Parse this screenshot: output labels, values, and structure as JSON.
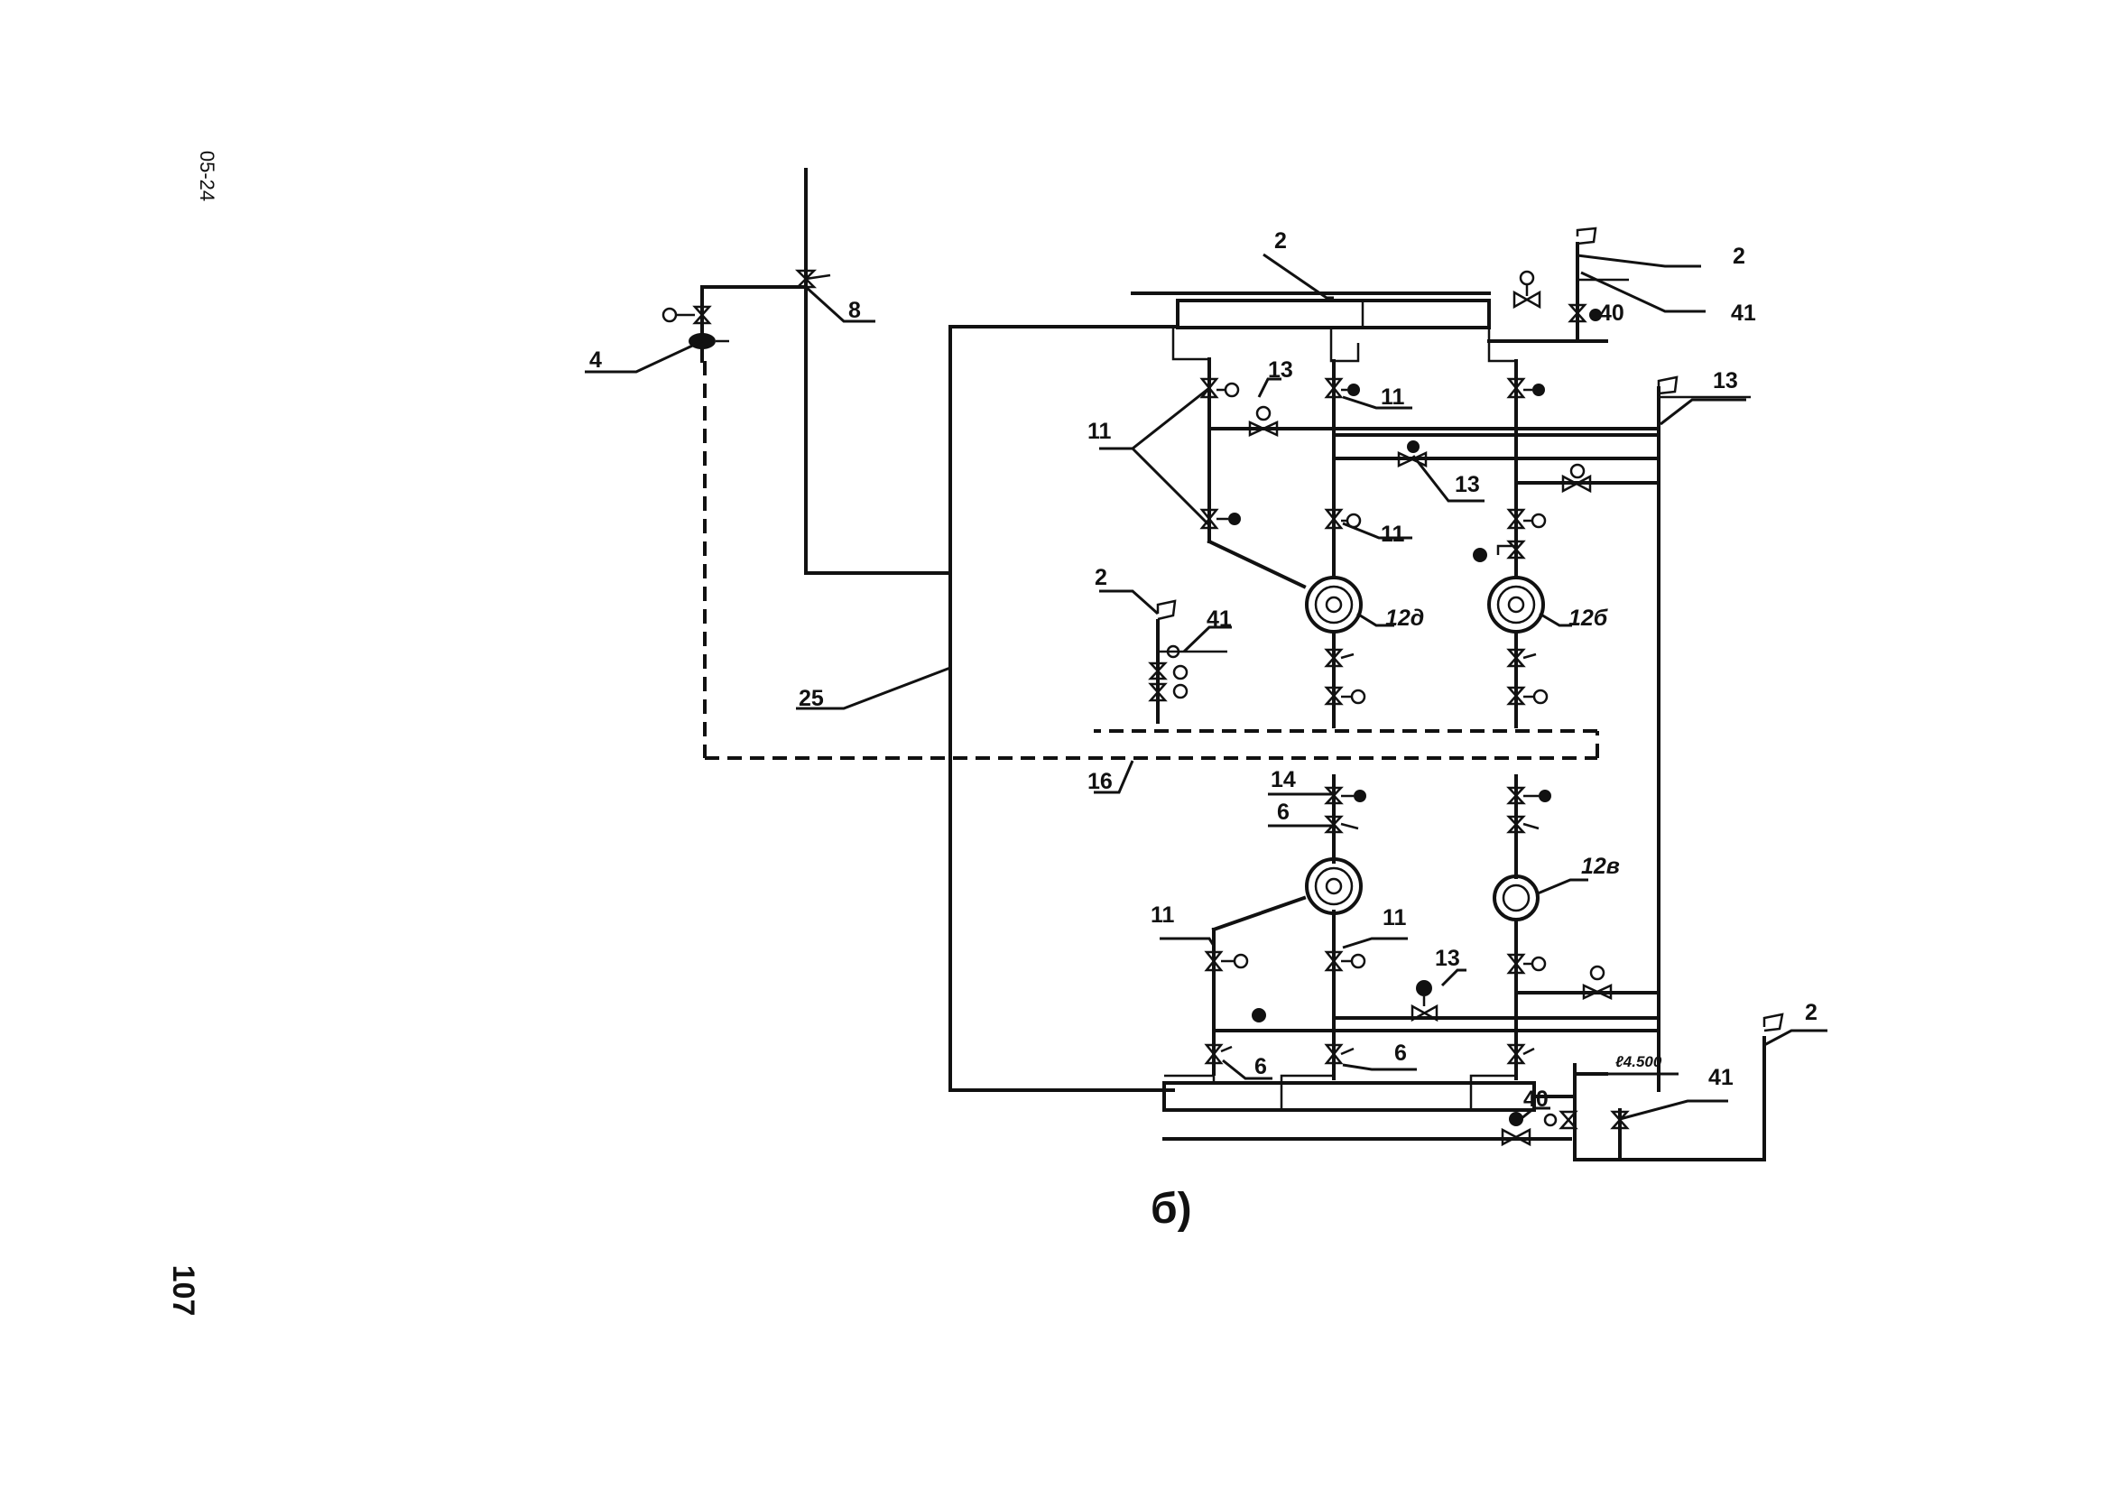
{
  "page": {
    "doc_code": "05-24",
    "page_number": "107",
    "caption": "б)"
  },
  "labels": {
    "l2": "2",
    "l4": "4",
    "l6": "6",
    "l8": "8",
    "l11": "11",
    "l13": "13",
    "l14": "14",
    "l16": "16",
    "l25": "25",
    "l40": "40",
    "l41": "41",
    "pump_12d": "12д",
    "pump_12b": "12б",
    "pump_12v": "12в",
    "level_mark": "ℓ4.500"
  },
  "colors": {
    "ink": "#111111",
    "paper": "#ffffff"
  }
}
